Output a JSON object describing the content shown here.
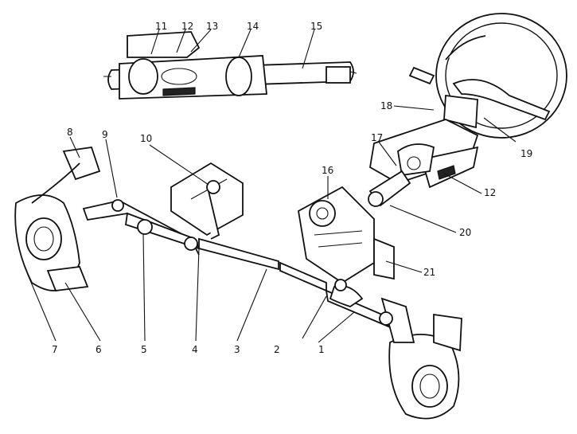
{
  "diagram": {
    "callouts": [
      "1",
      "2",
      "3",
      "4",
      "5",
      "6",
      "7",
      "8",
      "9",
      "10",
      "11",
      "12",
      "13",
      "14",
      "15",
      "16",
      "17",
      "18",
      "19",
      "20",
      "21",
      "12"
    ]
  }
}
